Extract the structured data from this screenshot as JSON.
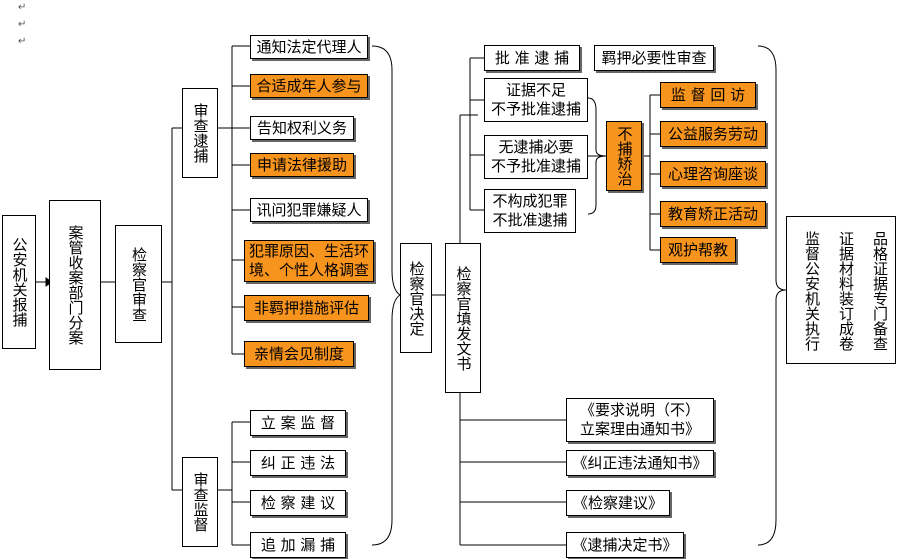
{
  "para_marks": [
    "↵",
    "↵",
    "↵"
  ],
  "col1": {
    "source": "公安机关报捕"
  },
  "col2": {
    "intake": "案管收案部门分案"
  },
  "col3": {
    "review": "检察官审查"
  },
  "col4": {
    "arrest_review": "审查逮捕",
    "supervision": "审查监督"
  },
  "arrest_items": [
    {
      "label": "通知法定代理人",
      "highlight": false
    },
    {
      "label": "合适成年人参与",
      "highlight": true
    },
    {
      "label": "告知权利义务",
      "highlight": false
    },
    {
      "label": "申请法律援助",
      "highlight": true
    },
    {
      "label": "讯问犯罪嫌疑人",
      "highlight": false
    },
    {
      "label": "犯罪原因、生活环境、个性人格调查",
      "highlight": true
    },
    {
      "label": "非羁押措施评估",
      "highlight": true
    },
    {
      "label": "亲情会见制度",
      "highlight": true
    }
  ],
  "supervision_items": [
    "立 案 监 督",
    "纠 正 违 法",
    "检 察 建 议",
    "追 加 漏 捕"
  ],
  "decision": "检察官决定",
  "documents": "检察官填发文书",
  "approve": "批 准 逮 捕",
  "necessity_review": "羁押必要性审查",
  "not_approve": [
    "证据不足\n不予批准逮捕",
    "无逮捕必要\n不予批准逮捕",
    "不构成犯罪\n不批准逮捕"
  ],
  "not_arrest_correct": "不捕矫治",
  "correction_items": [
    "监 督 回 访",
    "公益服务劳动",
    "心理咨询座谈",
    "教育矫正活动",
    "观护帮教"
  ],
  "doc_items": [
    "《要求说明（不）\n立案理由通知书》",
    "《纠正违法通知书》",
    "《检察建议》",
    "《逮捕决定书》"
  ],
  "right_block": {
    "col_a": "监督公安机关执行",
    "col_b": "证据材料装订成卷",
    "col_c": "品格证据专门备查"
  },
  "colors": {
    "highlight": "#f7941d",
    "line": "#000000"
  }
}
